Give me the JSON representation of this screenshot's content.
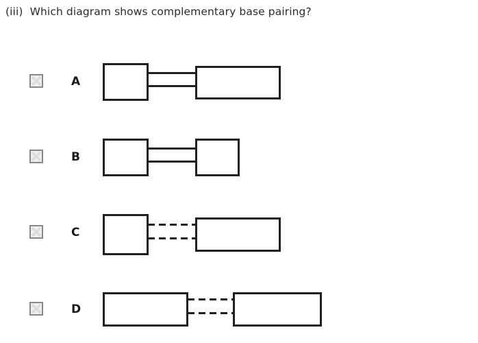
{
  "question": {
    "number": "(iii)",
    "text": "(iii)  Which diagram shows complementary base pairing?"
  },
  "checkbox_icon": "checkbox-x-icon",
  "colors": {
    "stroke": "#231f20",
    "text": "#2b2b2b",
    "checkbox_border": "#878787",
    "checkbox_fill": "#efefef",
    "checkbox_mark": "#d9d9d9",
    "background": "#ffffff"
  },
  "options": [
    {
      "id": "a",
      "label": "A",
      "checked": false,
      "left_shape": "small-square",
      "right_shape": "large-rectangle",
      "connector_style": "solid",
      "connector_count": 2
    },
    {
      "id": "b",
      "label": "B",
      "checked": false,
      "left_shape": "small-square",
      "right_shape": "small-square",
      "connector_style": "solid",
      "connector_count": 2
    },
    {
      "id": "c",
      "label": "C",
      "checked": false,
      "left_shape": "small-square",
      "right_shape": "large-rectangle",
      "connector_style": "dashed",
      "connector_count": 2
    },
    {
      "id": "d",
      "label": "D",
      "checked": false,
      "left_shape": "large-rectangle",
      "right_shape": "large-rectangle",
      "connector_style": "dashed",
      "connector_count": 2
    }
  ]
}
